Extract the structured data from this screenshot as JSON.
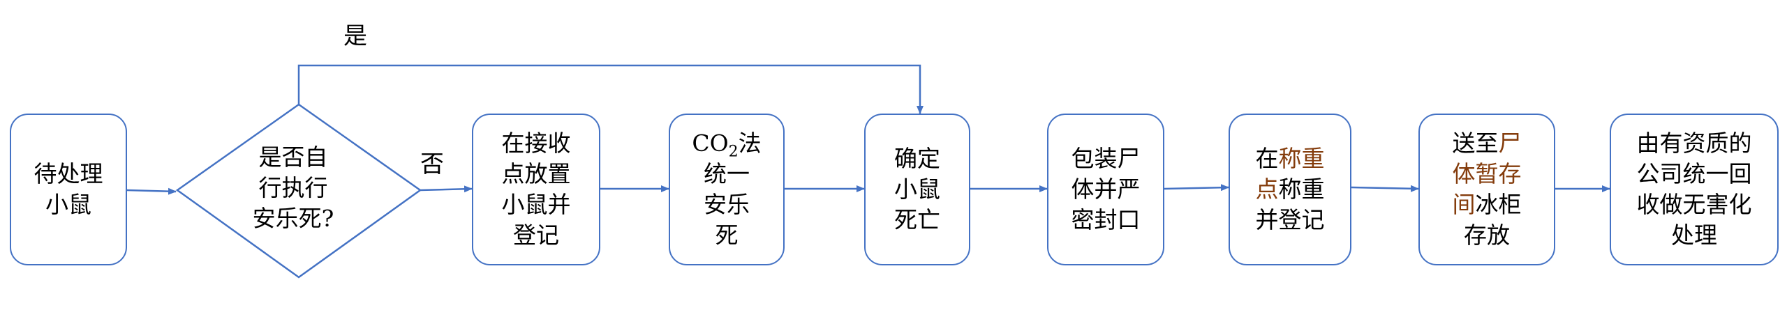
{
  "colors": {
    "stroke": "#4472c4",
    "text": "#000000",
    "highlight": "#843c0c"
  },
  "decision": {
    "lines": [
      "是否自",
      "行执行",
      "安乐死?"
    ],
    "yes_label": "是",
    "no_label": "否"
  },
  "nodes": [
    {
      "lines": [
        [
          {
            "t": "待处理"
          }
        ],
        [
          {
            "t": "小鼠"
          }
        ]
      ]
    },
    {
      "lines": [
        [
          {
            "t": "在接收"
          }
        ],
        [
          {
            "t": "点放置"
          }
        ],
        [
          {
            "t": "小鼠并"
          }
        ],
        [
          {
            "t": "登记"
          }
        ]
      ]
    },
    {
      "lines": [
        [
          {
            "t": "CO"
          },
          {
            "t": "2",
            "sub": true
          },
          {
            "t": "法"
          }
        ],
        [
          {
            "t": "统一"
          }
        ],
        [
          {
            "t": "安乐"
          }
        ],
        [
          {
            "t": "死"
          }
        ]
      ]
    },
    {
      "lines": [
        [
          {
            "t": "确定"
          }
        ],
        [
          {
            "t": "小鼠"
          }
        ],
        [
          {
            "t": "死亡"
          }
        ]
      ]
    },
    {
      "lines": [
        [
          {
            "t": "包装尸"
          }
        ],
        [
          {
            "t": "体并严"
          }
        ],
        [
          {
            "t": "密封口"
          }
        ]
      ]
    },
    {
      "lines": [
        [
          {
            "t": "在"
          },
          {
            "t": "称重",
            "hl": true
          }
        ],
        [
          {
            "t": "点",
            "hl": true
          },
          {
            "t": "称重"
          }
        ],
        [
          {
            "t": "并登记"
          }
        ]
      ]
    },
    {
      "lines": [
        [
          {
            "t": "送至"
          },
          {
            "t": "尸",
            "hl": true
          }
        ],
        [
          {
            "t": "体暂存",
            "hl": true
          }
        ],
        [
          {
            "t": "间",
            "hl": true
          },
          {
            "t": "冰柜"
          }
        ],
        [
          {
            "t": "存放"
          }
        ]
      ]
    },
    {
      "lines": [
        [
          {
            "t": "由有资质的"
          }
        ],
        [
          {
            "t": "公司统一回"
          }
        ],
        [
          {
            "t": "收做无害化"
          }
        ],
        [
          {
            "t": "处理"
          }
        ]
      ]
    }
  ]
}
